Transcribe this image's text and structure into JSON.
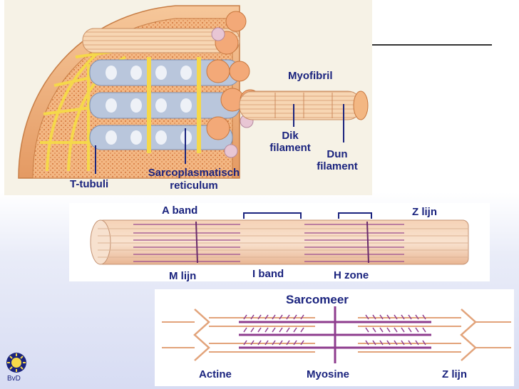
{
  "labels": {
    "myofibril": "Myofibril",
    "dik_filament": "Dik\nfilament",
    "dun_filament": "Dun\nfilament",
    "t_tubuli": "T-tubuli",
    "sarcoplasmatisch": "Sarcoplasmatisch",
    "reticulum": "reticulum",
    "a_band": "A band",
    "z_lijn_mid": "Z lijn",
    "m_lijn": "M lijn",
    "i_band": "I band",
    "h_zone": "H zone",
    "sarcomeer": "Sarcomeer",
    "actine": "Actine",
    "myosine": "Myosine",
    "z_lijn_bot": "Z lijn"
  },
  "footer": {
    "author_mark": "BvD"
  },
  "colors": {
    "label_text": "#1a237e",
    "fiber_orange": "#f0b27a",
    "tubule_yellow": "#f5d84a",
    "reticulum_blue": "#b9c6dc",
    "myosine_purple": "#8e3c8e",
    "actine_orange": "#e2a37a"
  }
}
